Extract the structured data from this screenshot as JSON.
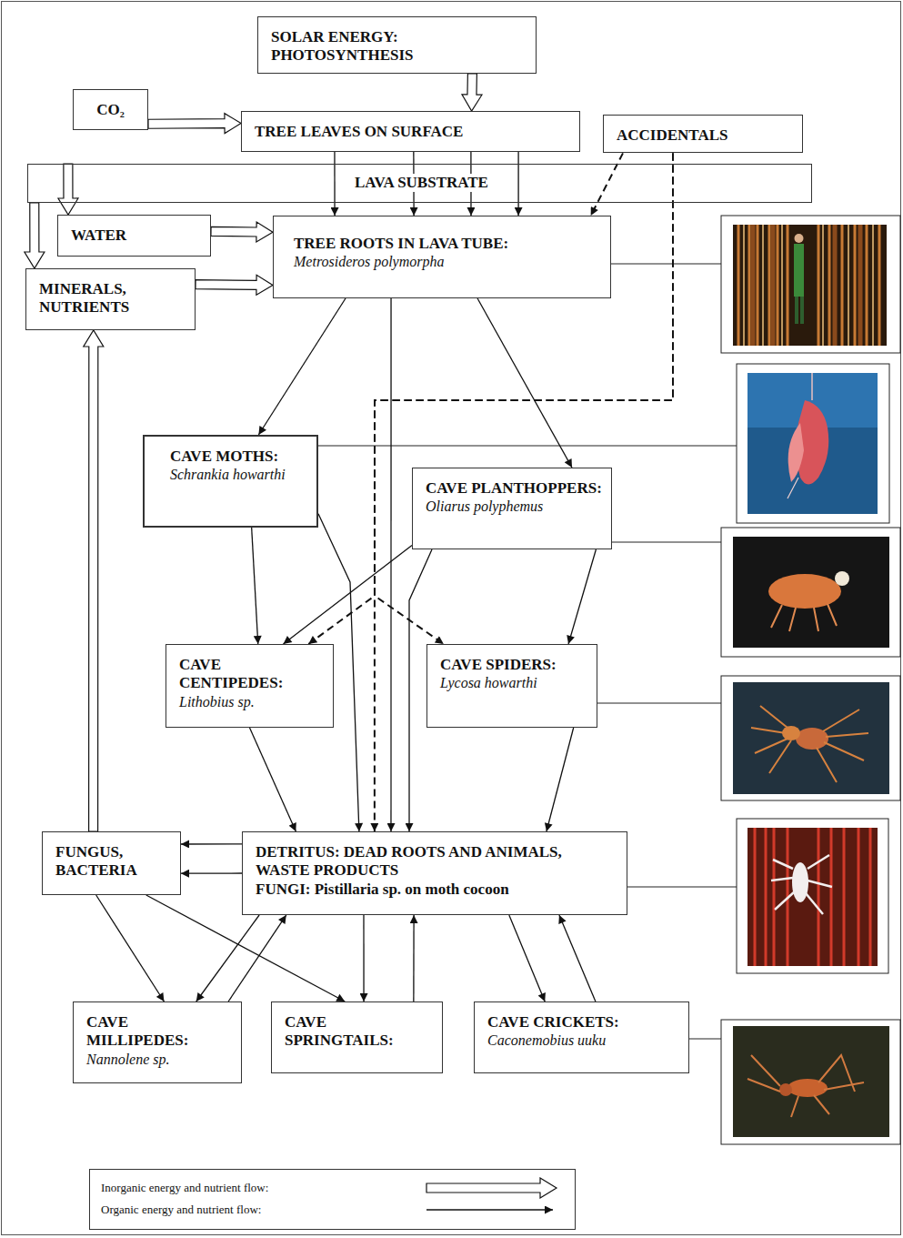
{
  "diagram": {
    "nodes": [
      {
        "text": [
          "SOLAR ENERGY: PHOTOSYNTHESIS"
        ]
      },
      {
        "text": [
          "CO₂"
        ]
      },
      {
        "text": [
          "TREE LEAVES ON SURFACE"
        ]
      },
      {
        "text": [
          "ACCIDENTALS"
        ]
      },
      {
        "text": [
          "LAVA SUBSTRATE"
        ]
      },
      {
        "text": [
          "WATER"
        ]
      },
      {
        "text": [
          "TREE ROOTS IN LAVA TUBE:",
          "Metrosideros polymorpha"
        ]
      },
      {
        "text": [
          "MINERALS, NUTRIENTS"
        ]
      },
      {
        "text": [
          "CAVE MOTHS:",
          "Schrankia howarthi"
        ]
      },
      {
        "text": [
          "CAVE PLANTHOPPERS:",
          "Oliarus polyphemus"
        ]
      },
      {
        "text": [
          "CAVE CENTIPEDES:",
          "Lithobius sp."
        ]
      },
      {
        "text": [
          "CAVE SPIDERS:",
          "Lycosa howarthi"
        ]
      },
      {
        "text": [
          "FUNGUS, BACTERIA"
        ]
      },
      {
        "text": [
          "DETRITUS: DEAD ROOTS AND ANIMALS, WASTE PRODUCTS",
          "FUNGI: Pistillaria sp. on moth cocoon"
        ]
      },
      {
        "text": [
          "CAVE MILLIPEDES:",
          "Nannolene sp."
        ]
      },
      {
        "text": [
          "CAVE SPRINGTAILS:"
        ]
      },
      {
        "text": [
          "CAVE CRICKETS:",
          "Caconemobius uuku"
        ]
      }
    ],
    "edges": [
      {
        "from": 0,
        "to": 2,
        "arrow": "to"
      },
      {
        "from": 1,
        "to": 2,
        "arrow": "to"
      },
      {
        "from": 2,
        "to": 6,
        "arrow": "to"
      },
      {
        "from": 2,
        "to": 6,
        "arrow": "to"
      },
      {
        "from": 2,
        "to": 6,
        "arrow": "to"
      },
      {
        "from": 2,
        "to": 6,
        "arrow": "to"
      },
      {
        "from": 4,
        "to": 5,
        "arrow": "to"
      },
      {
        "from": 4,
        "to": 7,
        "arrow": "to"
      },
      {
        "from": 5,
        "to": 6,
        "arrow": "to"
      },
      {
        "from": 7,
        "to": 6,
        "arrow": "to"
      },
      {
        "from": 3,
        "to": 6,
        "arrow": "to"
      },
      {
        "from": 3,
        "to": 10,
        "arrow": "to"
      },
      {
        "from": 3,
        "to": 11,
        "arrow": "to"
      },
      {
        "from": 3,
        "to": 13,
        "arrow": "to"
      },
      {
        "from": 6,
        "to": 8,
        "arrow": "to"
      },
      {
        "from": 6,
        "to": 13,
        "arrow": "to"
      },
      {
        "from": 6,
        "to": 9,
        "arrow": "to"
      },
      {
        "from": 8,
        "to": 10,
        "arrow": "to"
      },
      {
        "from": 8,
        "to": 13,
        "arrow": "to"
      },
      {
        "from": 9,
        "to": 10,
        "arrow": "to"
      },
      {
        "from": 9,
        "to": 11,
        "arrow": "to"
      },
      {
        "from": 9,
        "to": 13,
        "arrow": "to"
      },
      {
        "from": 10,
        "to": 13,
        "arrow": "to"
      },
      {
        "from": 11,
        "to": 13,
        "arrow": "to"
      },
      {
        "from": 13,
        "to": 12,
        "arrow": "to"
      },
      {
        "from": 13,
        "to": 12,
        "arrow": "to"
      },
      {
        "from": 12,
        "to": 7,
        "arrow": "to"
      },
      {
        "from": 12,
        "to": 14,
        "arrow": "to"
      },
      {
        "from": 12,
        "to": 15,
        "arrow": "to"
      },
      {
        "from": 13,
        "to": 14,
        "arrow": "to"
      },
      {
        "from": 14,
        "to": 13,
        "arrow": "to"
      },
      {
        "from": 13,
        "to": 15,
        "arrow": "to"
      },
      {
        "from": 15,
        "to": 13,
        "arrow": "to"
      },
      {
        "from": 13,
        "to": 16,
        "arrow": "to"
      },
      {
        "from": 16,
        "to": 13,
        "arrow": "to"
      }
    ],
    "legend": [
      {
        "text": "Inorganic energy and nutrient flow:"
      },
      {
        "text": "Organic energy and nutrient flow:"
      }
    ]
  }
}
